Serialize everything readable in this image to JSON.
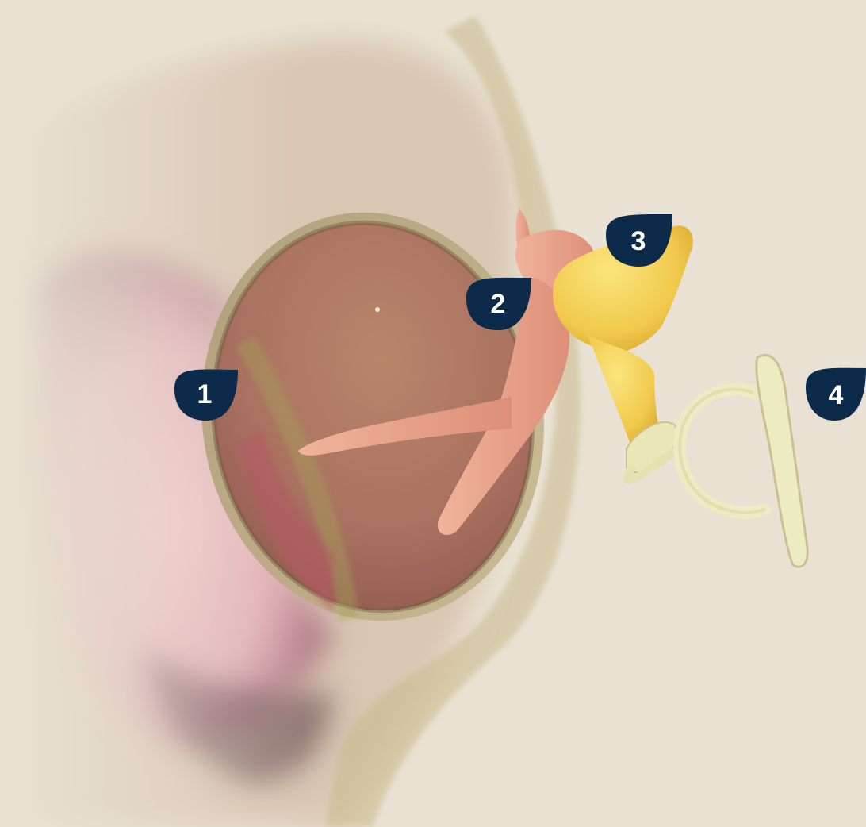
{
  "colors": {
    "background": "#e9e2d4",
    "marker": "#0c2a4a",
    "marker_text": "#ffffff",
    "eardrum": "#b0786a",
    "malleus": "#e8a48b",
    "incus": "#f2cf52",
    "stapes": "#ecebc2",
    "canal_skin": "#e7b8be"
  },
  "icons": {
    "marker": "callout-marker-icon"
  },
  "markers": [
    {
      "label": "1"
    },
    {
      "label": "2"
    },
    {
      "label": "3"
    },
    {
      "label": "4"
    }
  ]
}
